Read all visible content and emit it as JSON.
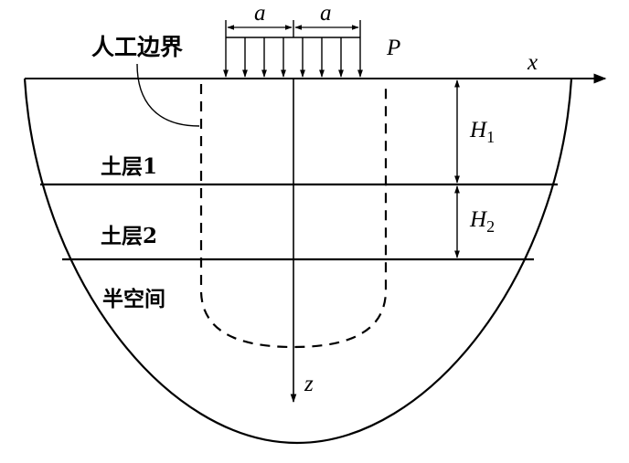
{
  "labels": {
    "artificial_boundary": "人工边界",
    "soil_layer_1": "土层1",
    "soil_layer_2": "土层2",
    "half_space": "半空间",
    "load": "P",
    "x_axis": "x",
    "z_axis": "z",
    "half_width_left": "a",
    "half_width_right": "a",
    "thickness_1": {
      "main": "H",
      "sub": "1"
    },
    "thickness_2": {
      "main": "H",
      "sub": "2"
    }
  }
}
